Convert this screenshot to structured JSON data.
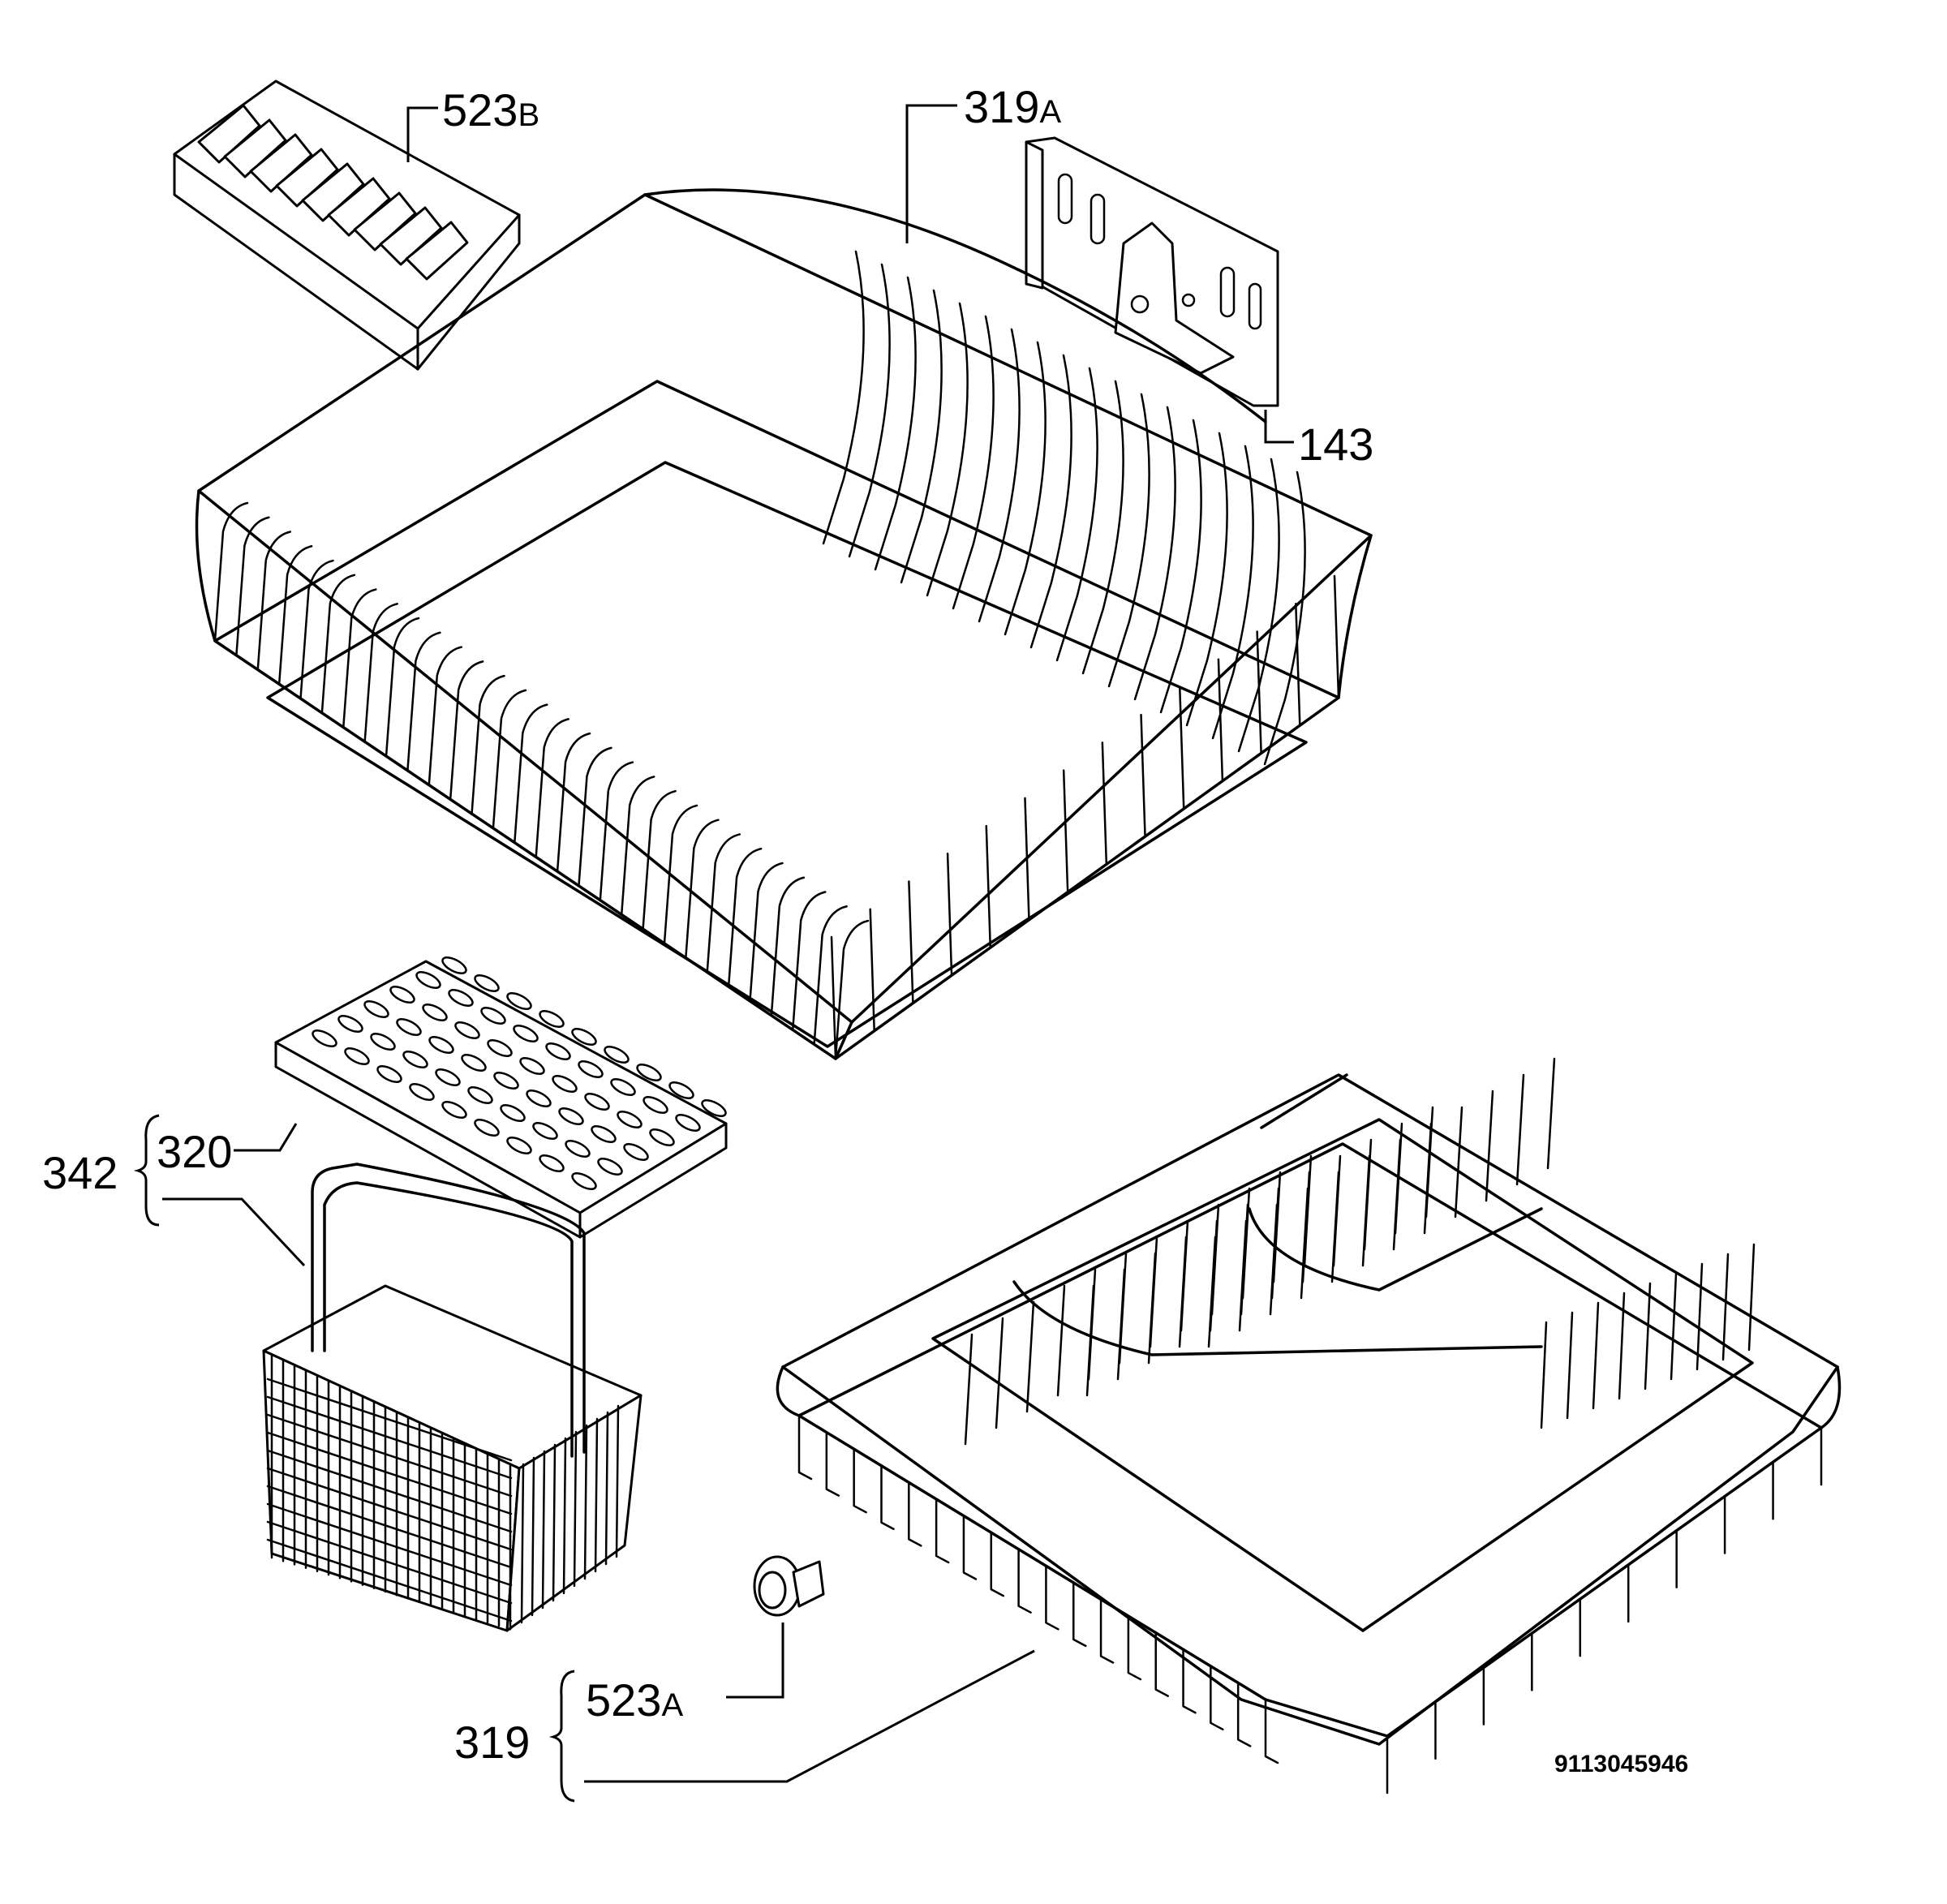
{
  "labels": {
    "p523b": {
      "num": "523",
      "suffix": "B"
    },
    "p319a": {
      "num": "319",
      "suffix": "A"
    },
    "p143": {
      "num": "143"
    },
    "p320": {
      "num": "320"
    },
    "p342": {
      "num": "342"
    },
    "p523a": {
      "num": "523",
      "suffix": "A"
    },
    "p319": {
      "num": "319"
    }
  },
  "drawing_code": "9113045946"
}
